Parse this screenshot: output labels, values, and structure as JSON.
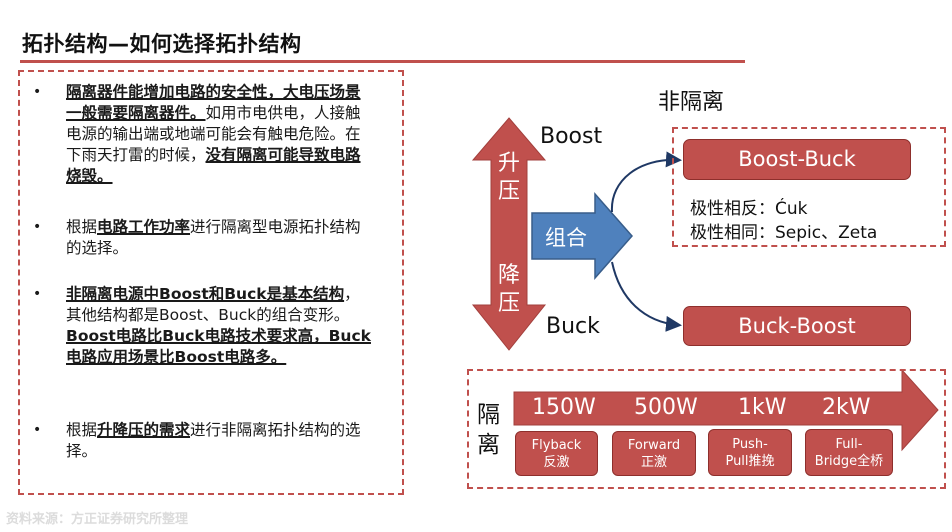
{
  "title": "拓扑结构—如何选择拓扑结构",
  "bullets": [
    {
      "marker": "•",
      "parts": [
        {
          "text": "隔离器件能增加电路的安全性，大电压场景一般需要隔离器件。",
          "bold": true,
          "underline": true
        },
        {
          "text": "如用市电供电，人接触电源的输出端或地端可能会有触电危险。在下雨天打雷的时候，",
          "bold": false,
          "underline": false
        },
        {
          "text": "没有隔离可能导致电路烧毁。",
          "bold": true,
          "underline": true
        }
      ]
    },
    {
      "marker": "•",
      "parts": [
        {
          "text": "根据",
          "bold": false,
          "underline": false
        },
        {
          "text": "电路工作功率",
          "bold": true,
          "underline": true
        },
        {
          "text": "进行隔离型电源拓扑结构的选择。",
          "bold": false,
          "underline": false
        }
      ]
    },
    {
      "marker": "•",
      "parts": [
        {
          "text": "非隔离电源中Boost和Buck是基本结构",
          "bold": true,
          "underline": true
        },
        {
          "text": "，其他结构都是Boost、Buck的组合变形。",
          "bold": false,
          "underline": false
        },
        {
          "text": "Boost电路比Buck电路技术要求高，Buck电路应用场景比Boost电路多。",
          "bold": true,
          "underline": true
        }
      ]
    },
    {
      "marker": "•",
      "parts": [
        {
          "text": "根据",
          "bold": false,
          "underline": false
        },
        {
          "text": "升降压的需求",
          "bold": true,
          "underline": true
        },
        {
          "text": "进行非隔离拓扑结构的选择。",
          "bold": false,
          "underline": false
        }
      ]
    }
  ],
  "non_isolated": {
    "heading": "非隔离",
    "boost": "Boost",
    "buck": "Buck",
    "up": [
      "升",
      "压"
    ],
    "down": [
      "降",
      "压"
    ],
    "combine": "组合",
    "boost_buck": "Boost-Buck",
    "polarity_reverse": "极性相反：Ćuk",
    "polarity_same": "极性相同：Sepic、Zeta",
    "buck_boost": "Buck-Boost"
  },
  "isolated": {
    "heading": [
      "隔",
      "离"
    ],
    "powers": [
      "150W",
      "500W",
      "1kW",
      "2kW"
    ],
    "topologies": [
      {
        "en": "Flyback",
        "cn": "反激"
      },
      {
        "en": "Forward",
        "cn": "正激"
      },
      {
        "en": "Push-",
        "cn": "Pull推挽"
      },
      {
        "en": "Full-",
        "cn": "Bridge全桥"
      }
    ]
  },
  "source": "资料来源：方正证券研究所整理",
  "colors": {
    "accent": "#c0504d",
    "combine_arrow": "#4f81bd"
  }
}
